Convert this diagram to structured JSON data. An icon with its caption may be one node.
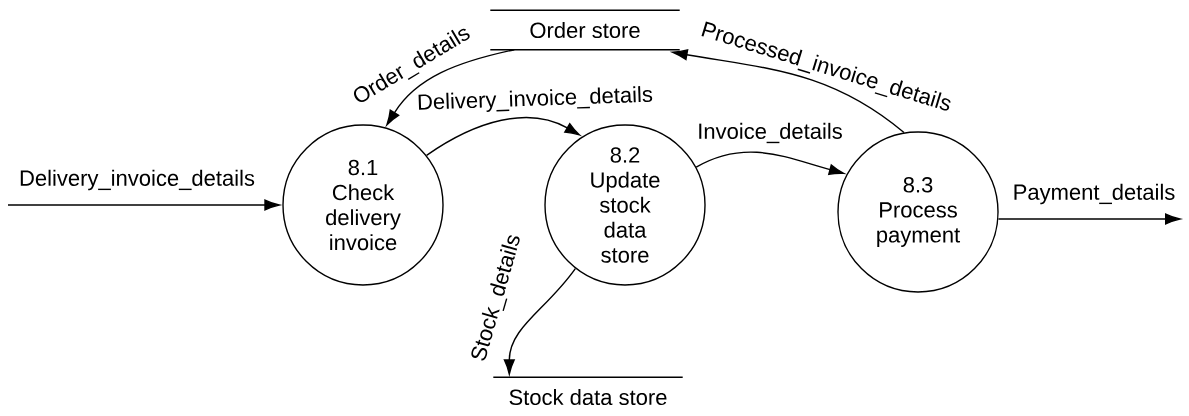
{
  "diagram": {
    "nodes": [
      {
        "text": [
          "Order store"
        ]
      },
      {
        "text": [
          "8.1",
          "Check delivery invoice"
        ]
      },
      {
        "text": [
          "8.2",
          "Update stock data store"
        ]
      },
      {
        "text": [
          "8.3",
          "Process payment"
        ]
      },
      {
        "text": [
          "Stock data store"
        ]
      }
    ],
    "edges": [
      {
        "from": null,
        "to": 1,
        "arrow": "to",
        "label": "Delivery_invoice_details"
      },
      {
        "from": 0,
        "to": 1,
        "arrow": "to",
        "label": "Order_details"
      },
      {
        "from": 1,
        "to": 2,
        "arrow": "to",
        "label": "Delivery_invoice_details"
      },
      {
        "from": 2,
        "to": 3,
        "arrow": "to",
        "label": "Invoice_details"
      },
      {
        "from": 3,
        "to": 0,
        "arrow": "to",
        "label": "Processed_invoice_details"
      },
      {
        "from": 2,
        "to": 4,
        "arrow": "to",
        "label": "Stock_details"
      },
      {
        "from": 3,
        "to": null,
        "arrow": "to",
        "label": "Payment_details"
      }
    ]
  }
}
